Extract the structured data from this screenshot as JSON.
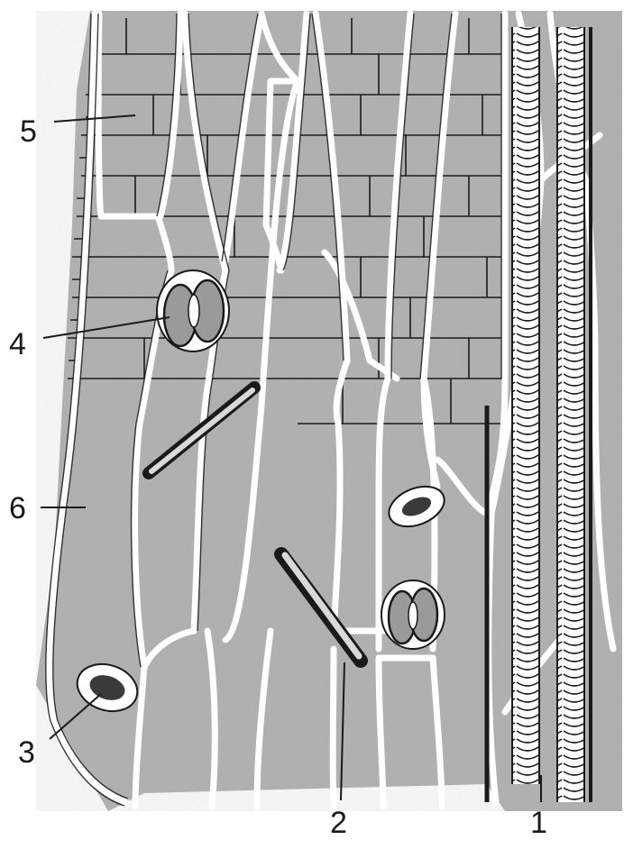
{
  "labels": {
    "label_1": "1",
    "label_2": "2",
    "label_3": "3",
    "label_4": "4",
    "label_5": "5",
    "label_6": "6"
  },
  "colors": {
    "ink": "#1a1a1a",
    "tissue_fill": "#b5b5b5",
    "wall": "#ffffff",
    "background": "#ffffff"
  }
}
